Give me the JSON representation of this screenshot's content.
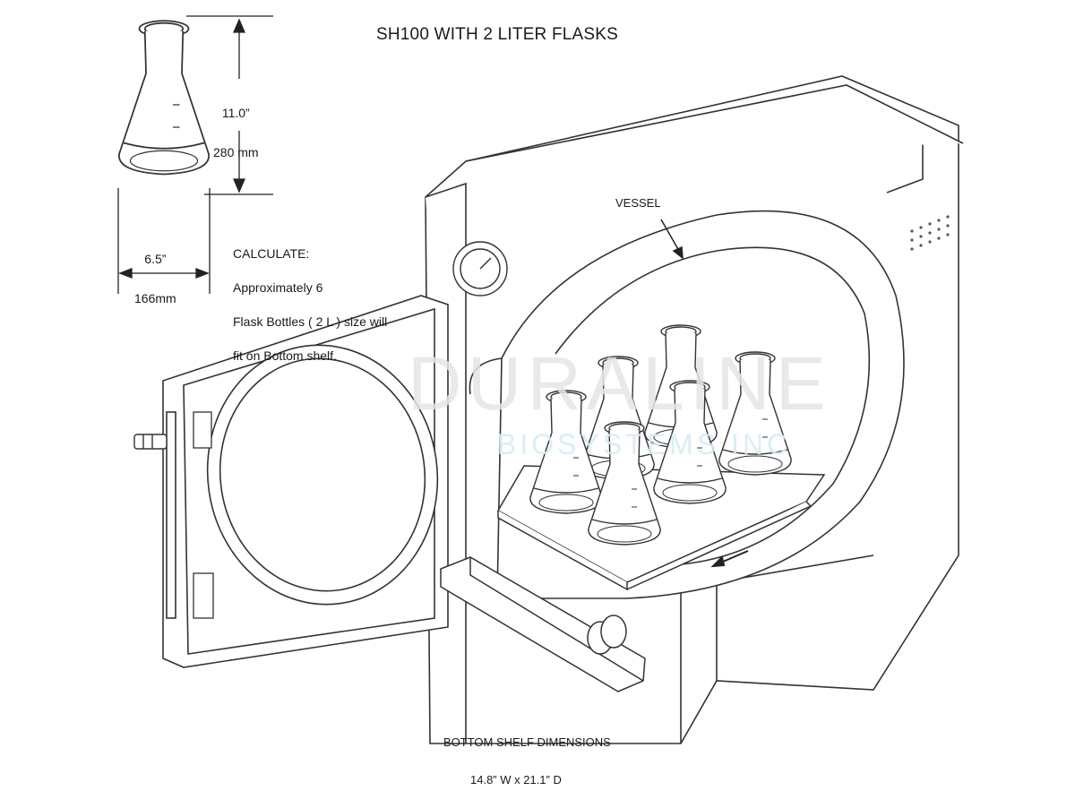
{
  "title": "SH100 WITH 2 LITER FLASKS",
  "flask_height": {
    "inches": "11.0”",
    "mm": "280 mm"
  },
  "flask_width": {
    "inches": "6.5”",
    "mm": "166mm"
  },
  "calculate": {
    "heading": "CALCULATE:",
    "line1": "Approximately  6",
    "line2": "Flask Bottles ( 2 L ) size will",
    "line3": "fit on Bottom shelf."
  },
  "vessel_label": "VESSEL",
  "bottom_shelf": {
    "heading": "BOTTOM SHELF DIMENSIONS",
    "dimensions": "14.8” W x 21.1” D"
  },
  "watermark": {
    "name": "DURALINE",
    "sub": "BIOSYSTEMS INC"
  },
  "flask_count_on_shelf": 6,
  "colors": {
    "line": "#2a2a2a",
    "watermark_blue": "#cfe9f2",
    "watermark_grey": "#e3e6e8"
  }
}
